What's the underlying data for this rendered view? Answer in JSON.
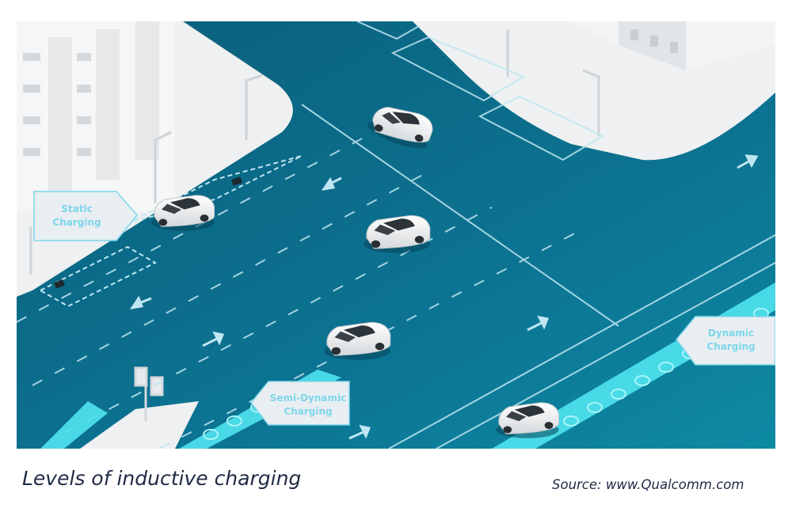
{
  "labels": {
    "static": [
      "Static",
      "Charging"
    ],
    "semi_dynamic": [
      "Semi-Dynamic",
      "Charging"
    ],
    "dynamic": [
      "Dynamic",
      "Charging"
    ]
  },
  "caption": "Levels of inductive charging",
  "source": "Source: www.Qualcomm.com",
  "colors": {
    "road": "#0b6f8c",
    "road_dark": "#0a5e78",
    "sidewalk": "#eef0f1",
    "lane_marking": "#bfe6f2",
    "charging_lane": "#4fe3f0",
    "label_fill": "#e8eef2",
    "label_text": "#7fd6ea",
    "caption_text": "#1f2a44"
  }
}
